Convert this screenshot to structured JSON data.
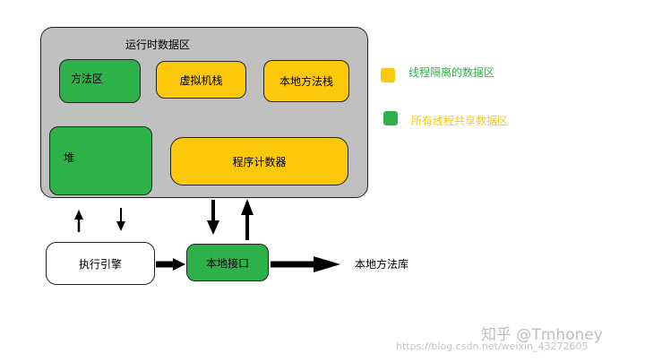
{
  "runtime_area": {
    "title": "运行时数据区"
  },
  "components": {
    "method_area": "方法区",
    "vm_stack": "虚拟机栈",
    "native_method_stack": "本地方法栈",
    "heap": "堆",
    "program_counter": "程序计数器"
  },
  "legend": [
    {
      "label": "线程隔离的数据区",
      "color": "#fcc80b",
      "text_color": "#2db24a"
    },
    {
      "label": "所有线程共享数据区",
      "color": "#2db24a",
      "text_color": "#fcc80b"
    }
  ],
  "bottom": {
    "execution_engine": "执行引擎",
    "native_interface": "本地接口",
    "native_library": "本地方法库"
  },
  "watermark": {
    "brand": "知乎 @Tmhoney",
    "url": "https://blog.csdn.net/weixin_43272605"
  }
}
